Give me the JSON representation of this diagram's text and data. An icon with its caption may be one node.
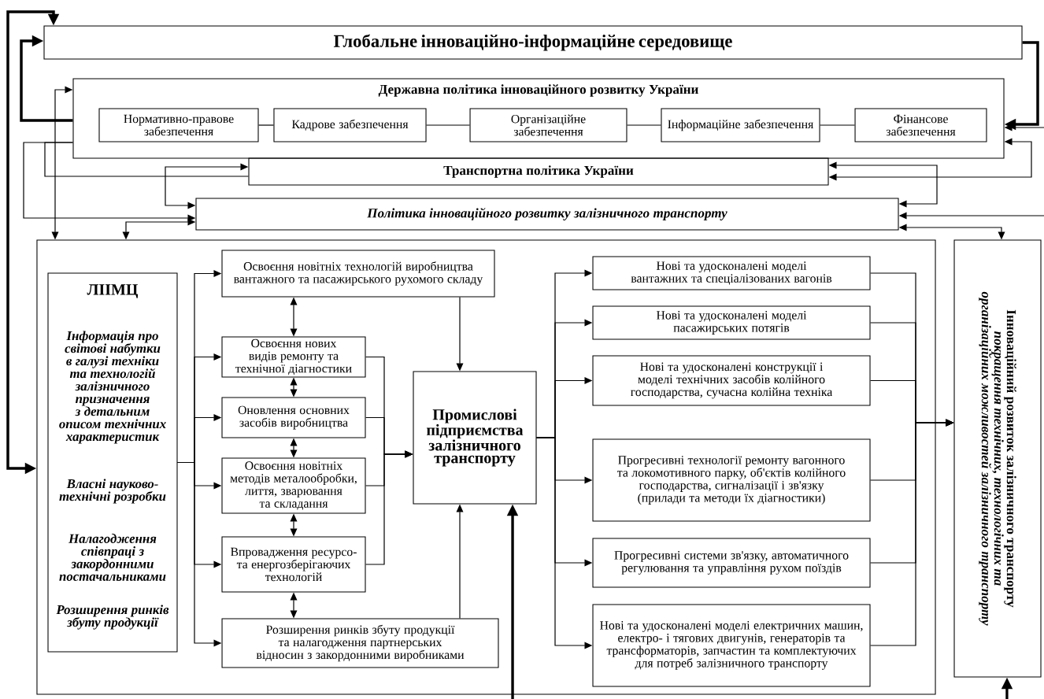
{
  "diagram": {
    "nodes": [
      {
        "text": [
          "Глобальне інноваційно-інформаційне середовище"
        ]
      },
      {
        "text": [
          "Державна політика інноваційного розвитку України"
        ]
      },
      {
        "text": [
          "Нормативно-правове забезпечення"
        ],
        "in": 1
      },
      {
        "text": [
          "Кадрове забезпечення"
        ],
        "in": 1
      },
      {
        "text": [
          "Організаційне забезпечення"
        ],
        "in": 1
      },
      {
        "text": [
          "Інформаційне забезпечення"
        ],
        "in": 1
      },
      {
        "text": [
          "Фінансове забезпечення"
        ],
        "in": 1
      },
      {
        "text": [
          "Транспортна політика України"
        ]
      },
      {
        "text": [
          "Політика інноваційного розвитку залізничного транспорту"
        ]
      },
      {
        "text": [],
        "shape": "box"
      },
      {
        "text": [
          "ЛІІМЦ",
          "Інформація про світові набутки в галузі техніки та технологій залізничного призначення з детальним описом технічних характеристик",
          "Власні науково-технічні розробки",
          "Налагодження співпраці з закордонними постачальниками",
          "Розширення ринків збуту продукції"
        ],
        "in": 9
      },
      {
        "text": [
          "Освоєння новітніх технологій виробництва вантажного та пасажирського рухомого складу"
        ],
        "in": 9
      },
      {
        "text": [
          "Освоєння нових видів ремонту та технічної діагностики"
        ],
        "in": 9
      },
      {
        "text": [
          "Оновлення основних засобів виробництва"
        ],
        "in": 9
      },
      {
        "text": [
          "Освоєння новітніх методів металообробки, лиття, зварювання та складання"
        ],
        "in": 9
      },
      {
        "text": [
          "Впровадження ресурсо- та енергозберігаючих технологій"
        ],
        "in": 9
      },
      {
        "text": [
          "Розширення ринків збуту продукції та налагодження партнерських відносин з закордонними виробниками"
        ],
        "in": 9
      },
      {
        "text": [
          "Промислові підприємства залізничного транспорту"
        ],
        "in": 9
      },
      {
        "text": [
          "Нові та удосконалені моделі вантажних та спеціалізованих вагонів"
        ],
        "in": 9
      },
      {
        "text": [
          "Нові та удосконалені моделі пасажирських потягів"
        ],
        "in": 9
      },
      {
        "text": [
          "Нові та удосконалені конструкції і моделі технічних засобів колійного господарства, сучасна колійна техніка"
        ],
        "in": 9
      },
      {
        "text": [
          "Прогресивні технології ремонту вагонного та локомотивного парку, об'єктів колійного господарства, сигналізації і зв'язку (прилади та методи їх діагностики)"
        ],
        "in": 9
      },
      {
        "text": [
          "Прогресивні системи зв'язку, автоматичного регулювання та управління рухом поїздів"
        ],
        "in": 9
      },
      {
        "text": [
          "Нові та удосконалені моделі електричних машин, електро- і тягових двигунів, генераторів та трансформаторів, запчастин та комплектуючих для потреб залізничного транспорту"
        ],
        "in": 9
      },
      {
        "text": [
          "Інноваційний розвиток залізничного транспорту",
          "покращення технічних, технологічних та організаційних можливостей залізничного транспорту"
        ]
      }
    ],
    "edges": [
      {
        "from": 0,
        "to": 9,
        "arrow": "both",
        "style": "thick"
      },
      {
        "from": 1,
        "to": 0,
        "arrow": "to",
        "style": "thick"
      },
      {
        "from": 0,
        "to": 1,
        "arrow": "to",
        "style": "thick"
      },
      {
        "from": 2,
        "to": 3,
        "arrow": "none"
      },
      {
        "from": 3,
        "to": 4,
        "arrow": "none"
      },
      {
        "from": 4,
        "to": 5,
        "arrow": "none"
      },
      {
        "from": 5,
        "to": 6,
        "arrow": "none"
      },
      {
        "from": 1,
        "to": 9,
        "arrow": "both"
      },
      {
        "from": 1,
        "to": 8,
        "arrow": "to"
      },
      {
        "from": 1,
        "to": 7,
        "arrow": "none"
      },
      {
        "from": 7,
        "to": 8,
        "arrow": "both"
      },
      {
        "from": 8,
        "to": 9,
        "arrow": "both"
      },
      {
        "from": null,
        "to": 1,
        "arrow": "to"
      },
      {
        "from": 1,
        "to": 7,
        "arrow": "both"
      },
      {
        "from": 7,
        "to": 8,
        "arrow": "both"
      },
      {
        "from": null,
        "to": 8,
        "arrow": "to"
      },
      {
        "from": 8,
        "to": 24,
        "arrow": "both"
      },
      {
        "from": 10,
        "to": 11,
        "arrow": "to"
      },
      {
        "from": 10,
        "to": 12,
        "arrow": "to"
      },
      {
        "from": 10,
        "to": 13,
        "arrow": "to"
      },
      {
        "from": 10,
        "to": 14,
        "arrow": "to"
      },
      {
        "from": 10,
        "to": 15,
        "arrow": "to"
      },
      {
        "from": 10,
        "to": 16,
        "arrow": "to"
      },
      {
        "from": 11,
        "to": 12,
        "arrow": "both"
      },
      {
        "from": 12,
        "to": 13,
        "arrow": "both"
      },
      {
        "from": 13,
        "to": 14,
        "arrow": "both"
      },
      {
        "from": 14,
        "to": 15,
        "arrow": "both"
      },
      {
        "from": 15,
        "to": 16,
        "arrow": "both"
      },
      {
        "from": 11,
        "to": 17,
        "arrow": "to"
      },
      {
        "from": 12,
        "to": 17,
        "arrow": "to"
      },
      {
        "from": 13,
        "to": 17,
        "arrow": "to"
      },
      {
        "from": 14,
        "to": 17,
        "arrow": "to"
      },
      {
        "from": 15,
        "to": 17,
        "arrow": "to"
      },
      {
        "from": 16,
        "to": 17,
        "arrow": "to"
      },
      {
        "from": 17,
        "to": 18,
        "arrow": "to"
      },
      {
        "from": 17,
        "to": 19,
        "arrow": "to"
      },
      {
        "from": 17,
        "to": 20,
        "arrow": "to"
      },
      {
        "from": 17,
        "to": 21,
        "arrow": "to"
      },
      {
        "from": 17,
        "to": 22,
        "arrow": "to"
      },
      {
        "from": 17,
        "to": 23,
        "arrow": "to"
      },
      {
        "from": 18,
        "to": 24,
        "arrow": "to"
      },
      {
        "from": 19,
        "to": 24,
        "arrow": "to"
      },
      {
        "from": 20,
        "to": 24,
        "arrow": "to"
      },
      {
        "from": 21,
        "to": 24,
        "arrow": "to"
      },
      {
        "from": 22,
        "to": 24,
        "arrow": "to"
      },
      {
        "from": 23,
        "to": 24,
        "arrow": "to"
      },
      {
        "from": null,
        "to": 17,
        "arrow": "to",
        "style": "thick"
      },
      {
        "from": null,
        "to": 24,
        "arrow": "to",
        "style": "thick"
      }
    ]
  }
}
